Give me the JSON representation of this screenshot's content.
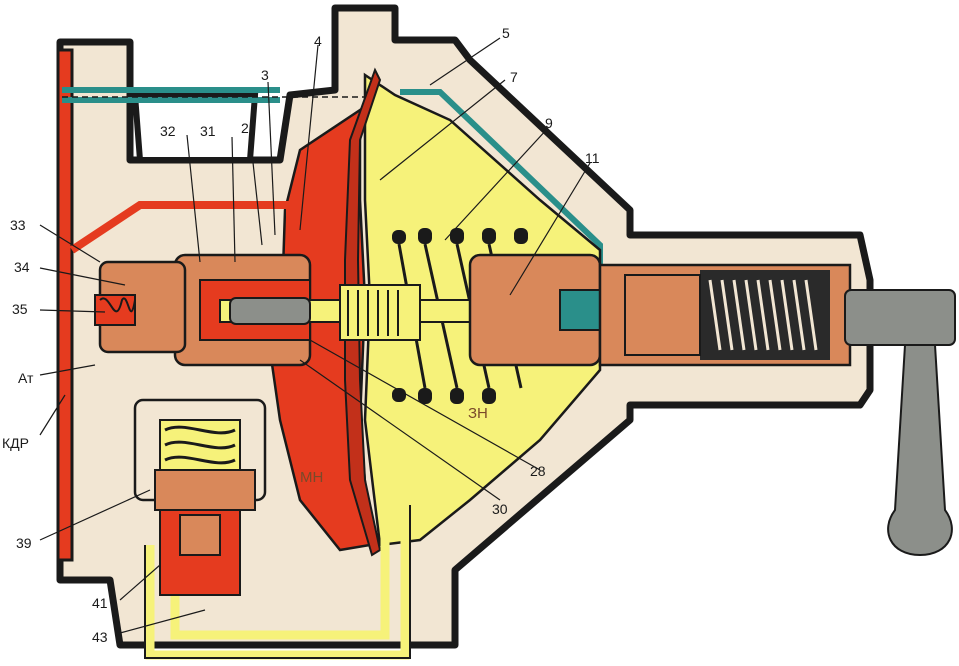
{
  "colors": {
    "housing": "#f2e6d3",
    "outline": "#1a1a1a",
    "red": "#e53b1f",
    "dark_red": "#c2301a",
    "yellow": "#f6f27a",
    "brown": "#d9885a",
    "teal": "#2a8f8a",
    "steel": "#8c8f8a",
    "spring": "#2a2a2a"
  },
  "labels": {
    "n5": "5",
    "n4": "4",
    "n7": "7",
    "n3": "3",
    "n9": "9",
    "n32": "32",
    "n31": "31",
    "n2": "2",
    "n11": "11",
    "n33": "33",
    "n34": "34",
    "n35": "35",
    "at": "Ат",
    "kdr": "КДР",
    "n39": "39",
    "n41": "41",
    "n43": "43",
    "n28": "28",
    "n30": "30",
    "mn": "МН",
    "zn": "ЗН"
  }
}
